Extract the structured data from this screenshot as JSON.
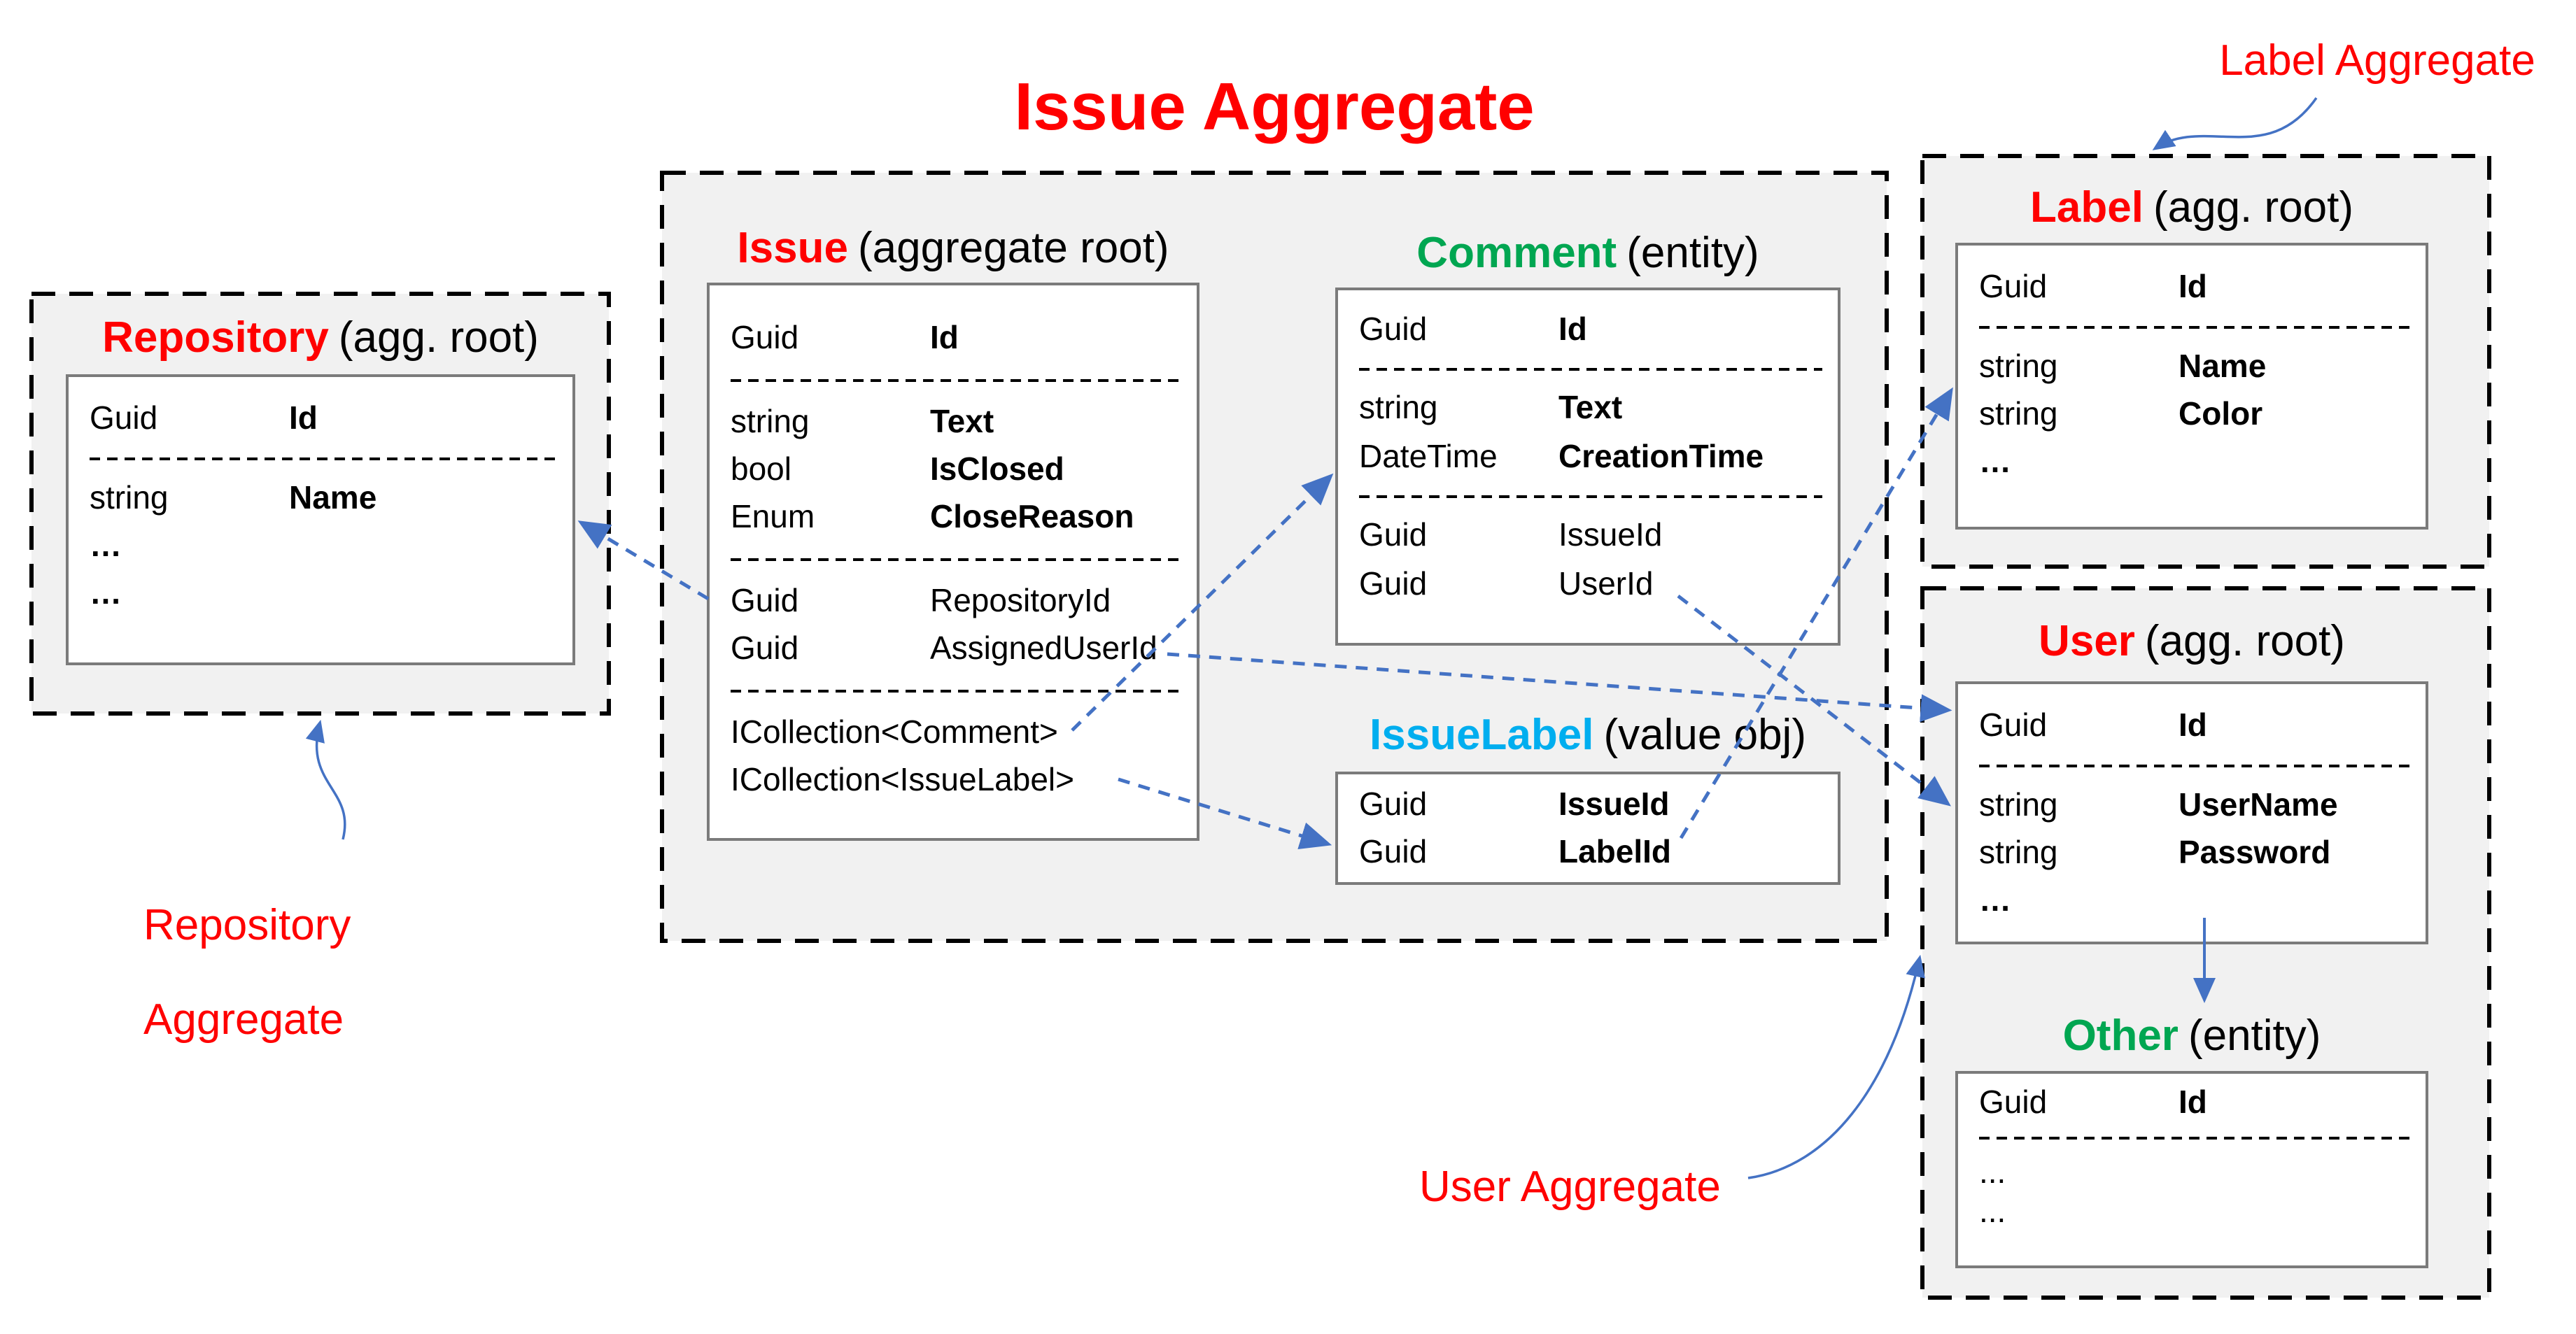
{
  "colors": {
    "red": "#FF0000",
    "green": "#00A651",
    "cyan": "#00AEEF",
    "blue": "#4472C4",
    "fill": "#F1F1F1",
    "tborder": "#7B7B7B",
    "ink": "#000000"
  },
  "title": {
    "text": "Issue Aggregate"
  },
  "annotations": {
    "repository": {
      "line1": "Repository",
      "line2": "Aggregate"
    },
    "label": {
      "text": "Label Aggregate"
    },
    "user": {
      "text": "User Aggregate"
    }
  },
  "entities": {
    "issue": {
      "title": "Issue",
      "suffix": "(aggregate root)",
      "color_key": "red",
      "rows": [
        {
          "t": "Guid",
          "n": "Id",
          "b": true
        },
        {
          "sep": true
        },
        {
          "t": "string",
          "n": "Text",
          "b": true
        },
        {
          "t": "bool",
          "n": "IsClosed",
          "b": true
        },
        {
          "t": "Enum",
          "n": "CloseReason",
          "b": true
        },
        {
          "sep": true
        },
        {
          "t": "Guid",
          "n": "RepositoryId",
          "b": false
        },
        {
          "t": "Guid",
          "n": "AssignedUserId",
          "b": false
        },
        {
          "sep": true
        },
        {
          "span": "ICollection<Comment>"
        },
        {
          "span": "ICollection<IssueLabel>"
        }
      ]
    },
    "comment": {
      "title": "Comment",
      "suffix": "(entity)",
      "color_key": "green",
      "rows": [
        {
          "t": "Guid",
          "n": "Id",
          "b": true
        },
        {
          "sep": true
        },
        {
          "t": "string",
          "n": "Text",
          "b": true
        },
        {
          "t": "DateTime",
          "n": "CreationTime",
          "b": true
        },
        {
          "sep": true
        },
        {
          "t": "Guid",
          "n": "IssueId",
          "b": false
        },
        {
          "t": "Guid",
          "n": "UserId",
          "b": false
        }
      ]
    },
    "issuelabel": {
      "title": "IssueLabel",
      "suffix": "(value obj)",
      "color_key": "cyan",
      "rows": [
        {
          "t": "Guid",
          "n": "IssueId",
          "b": true
        },
        {
          "t": "Guid",
          "n": "LabelId",
          "b": true
        }
      ]
    },
    "repository": {
      "title": "Repository",
      "suffix": "(agg. root)",
      "color_key": "red",
      "rows": [
        {
          "t": "Guid",
          "n": "Id",
          "b": true
        },
        {
          "sep": true
        },
        {
          "t": "string",
          "n": "Name",
          "b": true
        },
        {
          "span": "…",
          "bold": true
        },
        {
          "span": "…",
          "bold": true
        }
      ]
    },
    "label": {
      "title": "Label",
      "suffix": "(agg. root)",
      "color_key": "red",
      "rows": [
        {
          "t": "Guid",
          "n": "Id",
          "b": true
        },
        {
          "sep": true
        },
        {
          "t": "string",
          "n": "Name",
          "b": true
        },
        {
          "t": "string",
          "n": "Color",
          "b": true
        },
        {
          "span": "…",
          "bold": true
        }
      ]
    },
    "user": {
      "title": "User",
      "suffix": "(agg. root)",
      "color_key": "red",
      "rows": [
        {
          "t": "Guid",
          "n": "Id",
          "b": true
        },
        {
          "sep": true
        },
        {
          "t": "string",
          "n": "UserName",
          "b": true
        },
        {
          "t": "string",
          "n": "Password",
          "b": true
        },
        {
          "span": "…",
          "bold": true
        }
      ]
    },
    "other": {
      "title": "Other",
      "suffix": "(entity)",
      "color_key": "green",
      "rows": [
        {
          "t": "Guid",
          "n": "Id",
          "b": true
        },
        {
          "sep": true
        },
        {
          "span": "..."
        },
        {
          "span": "..."
        }
      ]
    }
  }
}
